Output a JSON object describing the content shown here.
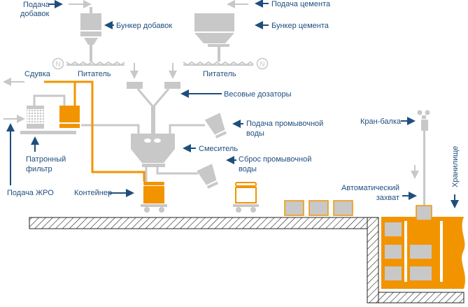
{
  "colors": {
    "accent": "#f29400",
    "equipment": "#c8c8c8",
    "label": "#1f4e7e"
  },
  "labels": {
    "additive_feed_1": "Подача",
    "additive_feed_2": "добавок",
    "additive_bunker": "Бункер добавок",
    "cement_feed": "Подача цемента",
    "cement_bunker": "Бункер цемента",
    "feeder_left": "Питатель",
    "feeder_right": "Питатель",
    "feeder_motor": "N",
    "blowoff": "Сдувка",
    "weighing_dosers": "Весовые дозаторы",
    "wash_water_feed_1": "Подача промывочной",
    "wash_water_feed_2": "воды",
    "mixer": "Смеситель",
    "wash_water_drain_1": "Сброс промывочной",
    "wash_water_drain_2": "воды",
    "cartridge_filter_1": "Патронный",
    "cartridge_filter_2": "фильтр",
    "lro_feed": "Подача ЖРО",
    "container": "Контейнер",
    "crane_beam": "Кран-балка",
    "auto_grab_1": "Автоматический",
    "auto_grab_2": "захват",
    "storage": "Хранилище"
  }
}
